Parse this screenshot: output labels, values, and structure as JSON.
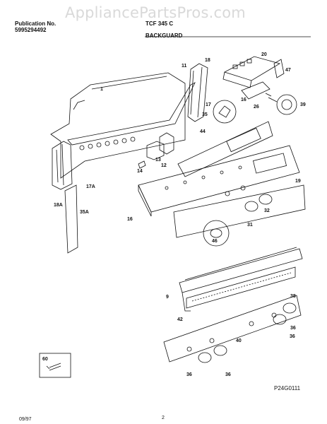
{
  "watermark": "AppliancePartsPros.com",
  "header": {
    "publication_label": "Publication No.",
    "publication_number": "5995294492",
    "model": "TCF 345 C",
    "section_title": "BACKGUARD"
  },
  "callouts": [
    "1",
    "11",
    "18",
    "20",
    "47",
    "17",
    "16",
    "35",
    "26",
    "39",
    "44",
    "13",
    "12",
    "14",
    "17A",
    "18A",
    "35A",
    "16",
    "19",
    "32",
    "31",
    "46",
    "9",
    "42",
    "40",
    "38",
    "36",
    "36",
    "36",
    "36",
    "60"
  ],
  "diagram_id": "P24G0111",
  "footer": {
    "date": "09/97",
    "page": "2"
  }
}
